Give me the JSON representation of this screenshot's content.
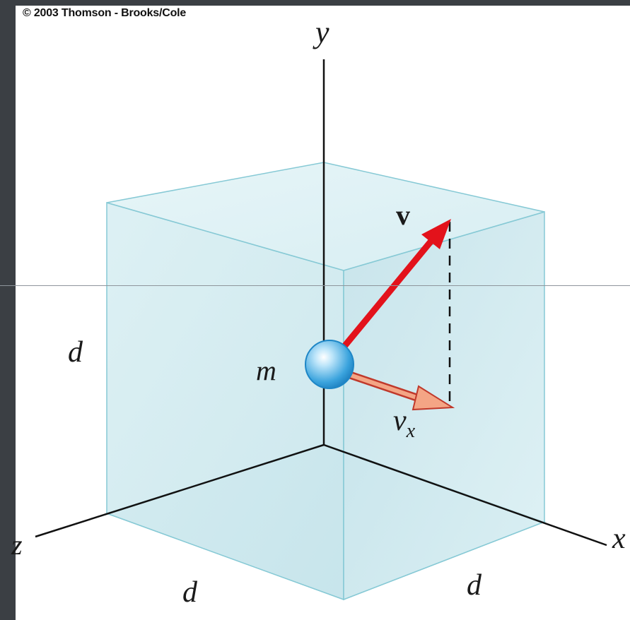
{
  "copyright": "© 2003 Thomson - Brooks/Cole",
  "labels": {
    "y_axis": "y",
    "x_axis": "x",
    "z_axis": "z",
    "side_left": "d",
    "side_bottom_left": "d",
    "side_bottom_right": "d",
    "mass": "m",
    "velocity": "v",
    "velocity_x_base": "v",
    "velocity_x_sub": "x"
  },
  "colors": {
    "cube_face": "#cfe9ee",
    "cube_edge": "#7cc3d0",
    "velocity_arrow": "#e3121b",
    "component_arrow": "#f2a07f",
    "sphere": "#5bb6e6"
  }
}
